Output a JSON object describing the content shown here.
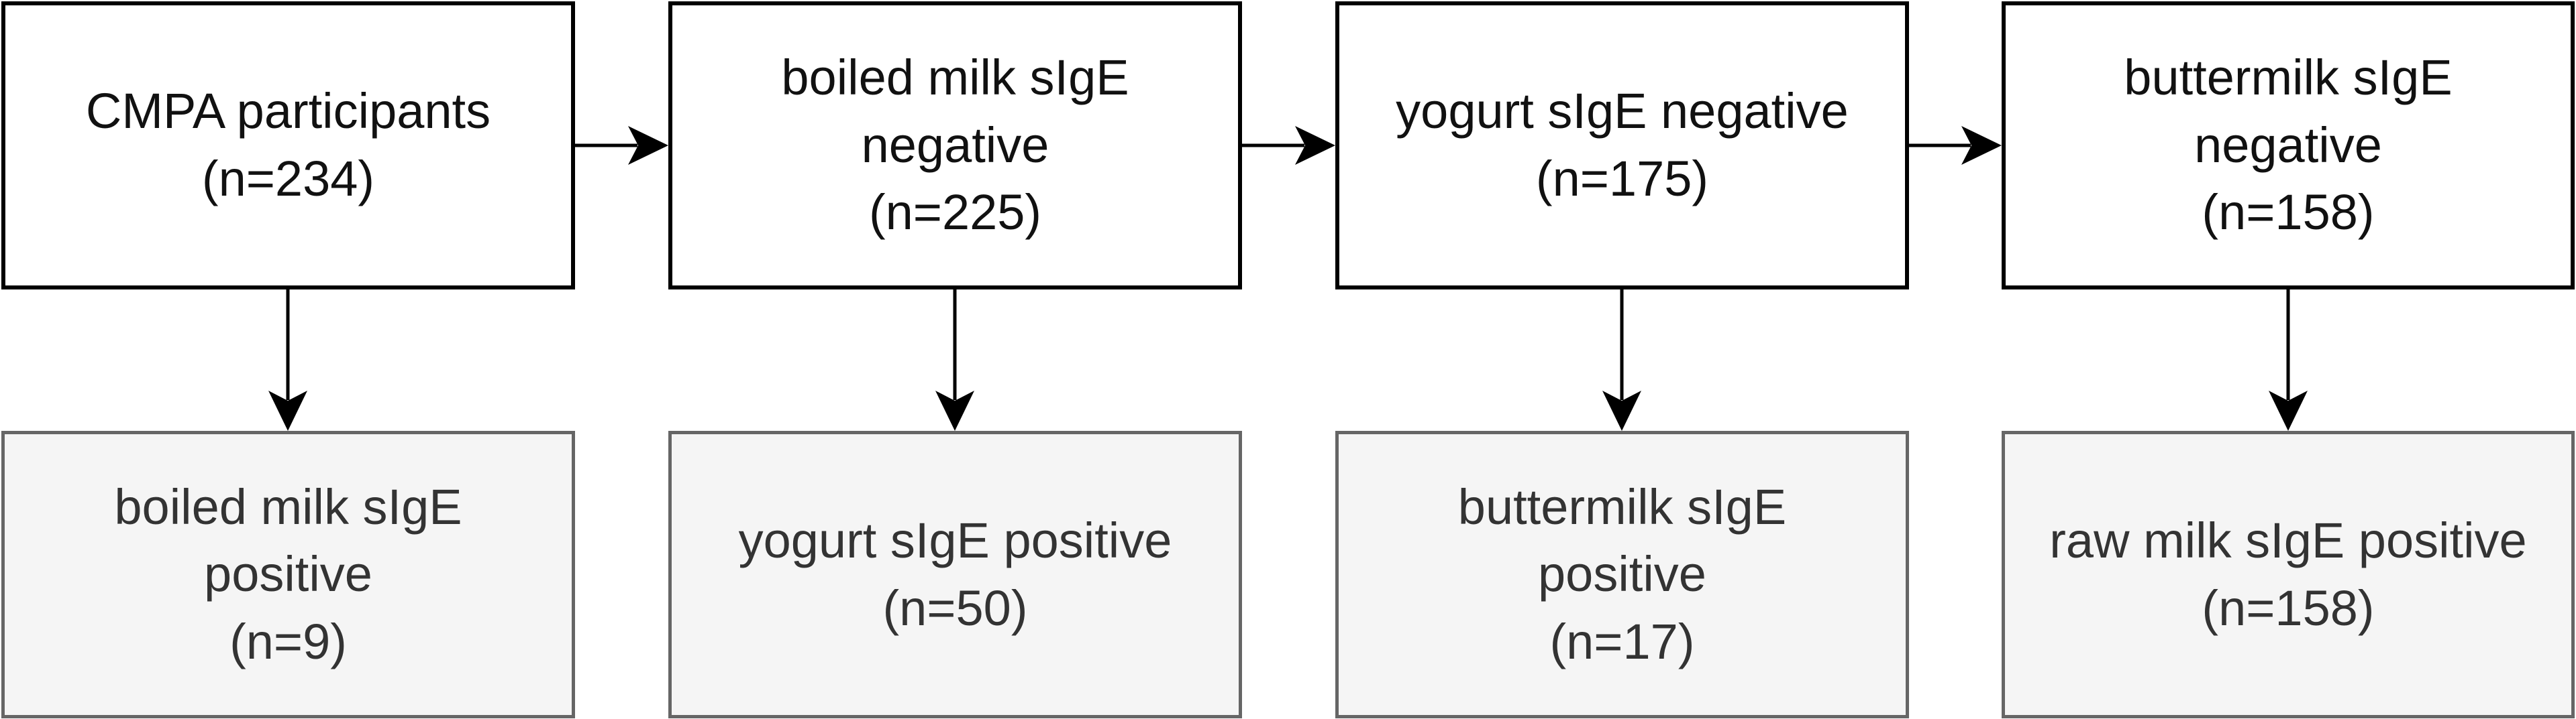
{
  "flow": {
    "steps": [
      {
        "lines": [
          "CMPA participants",
          "(n=234)"
        ]
      },
      {
        "lines": [
          "boiled milk sIgE",
          "negative",
          "(n=225)"
        ]
      },
      {
        "lines": [
          "yogurt sIgE negative",
          "(n=175)"
        ]
      },
      {
        "lines": [
          "buttermilk sIgE",
          "negative",
          "(n=158)"
        ]
      }
    ],
    "exclusions": [
      {
        "lines": [
          "boiled milk sIgE",
          "positive",
          "(n=9)"
        ]
      },
      {
        "lines": [
          "yogurt sIgE positive",
          "(n=50)"
        ]
      },
      {
        "lines": [
          "buttermilk sIgE",
          "positive",
          "(n=17)"
        ]
      },
      {
        "lines": [
          "raw milk sIgE positive",
          "(n=158)"
        ]
      }
    ]
  },
  "colors": {
    "step_border": "#000000",
    "step_fill": "#ffffff",
    "exclusion_border": "#666666",
    "exclusion_fill": "#f5f5f5",
    "connector": "#000000"
  }
}
